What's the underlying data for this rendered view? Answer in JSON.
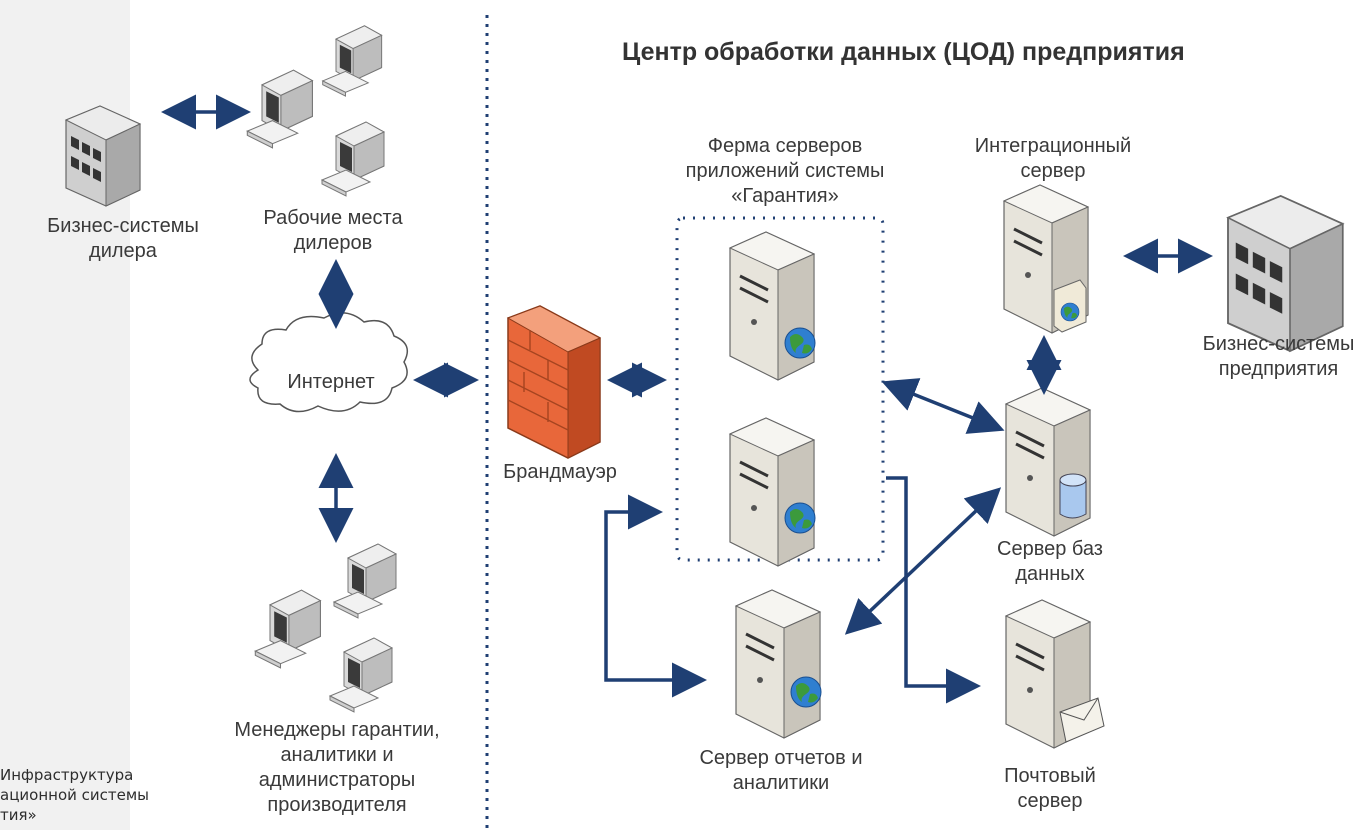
{
  "title": "Центр обработки данных (ЦОД) предприятия",
  "caption": [
    "Инфраструктура",
    "ационной системы",
    "тия»"
  ],
  "labels": {
    "dealer_systems": [
      "Бизнес-системы",
      "дилера"
    ],
    "dealer_workplaces": [
      "Рабочие места",
      "дилеров"
    ],
    "internet": "Интернет",
    "managers": [
      "Менеджеры гарантии,",
      "аналитики и",
      "администраторы",
      "производителя"
    ],
    "firewall": "Брандмауэр",
    "server_farm": [
      "Ферма серверов",
      "приложений системы",
      "«Гарантия»"
    ],
    "integration_server": [
      "Интеграционный",
      "сервер"
    ],
    "enterprise_systems": [
      "Бизнес-системы",
      "предприятия"
    ],
    "db_server": [
      "Сервер баз",
      "данных"
    ],
    "reports_server": [
      "Сервер отчетов и",
      "аналитики"
    ],
    "mail_server": [
      "Почтовый",
      "сервер"
    ]
  },
  "colors": {
    "arrow": "#1f3f73",
    "divider": "#1f3f73",
    "firewall": "#e8673a",
    "server": "#e7e4db",
    "globe": "#2f7fd0"
  }
}
